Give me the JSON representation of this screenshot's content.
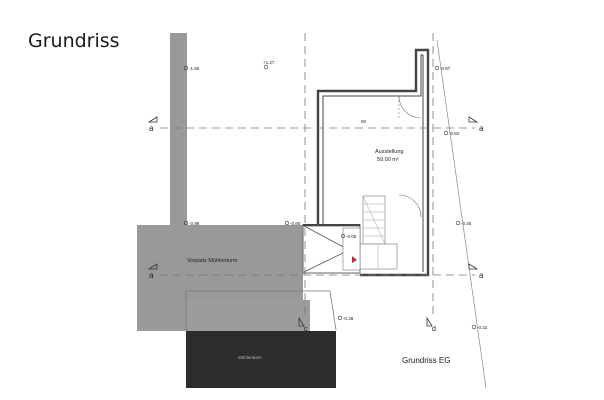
{
  "page": {
    "title": "Grundriss",
    "caption": "Grundriss EG"
  },
  "plan": {
    "room_name": "Ausstellung",
    "room_area": "59.00 m²",
    "room_tag": "00",
    "forecourt_label": "Vorplatz Mühlenturm",
    "building_label": "Mühlenturm",
    "levels": {
      "l1": "-1.60",
      "l2": "+1.27",
      "l3": "-0.87",
      "l4": "-0.82",
      "l5": "-0.98",
      "l6": "-0.80",
      "l7": "-0.06",
      "l8": "-0.45",
      "l9": "-0.38",
      "l10": "-0.32"
    },
    "sections": {
      "a": "a",
      "c": "c",
      "d": "d"
    }
  },
  "colors": {
    "grey_area": "#999999",
    "dark_block": "#2c2c2c",
    "wall": "#555555",
    "line": "#777777"
  }
}
